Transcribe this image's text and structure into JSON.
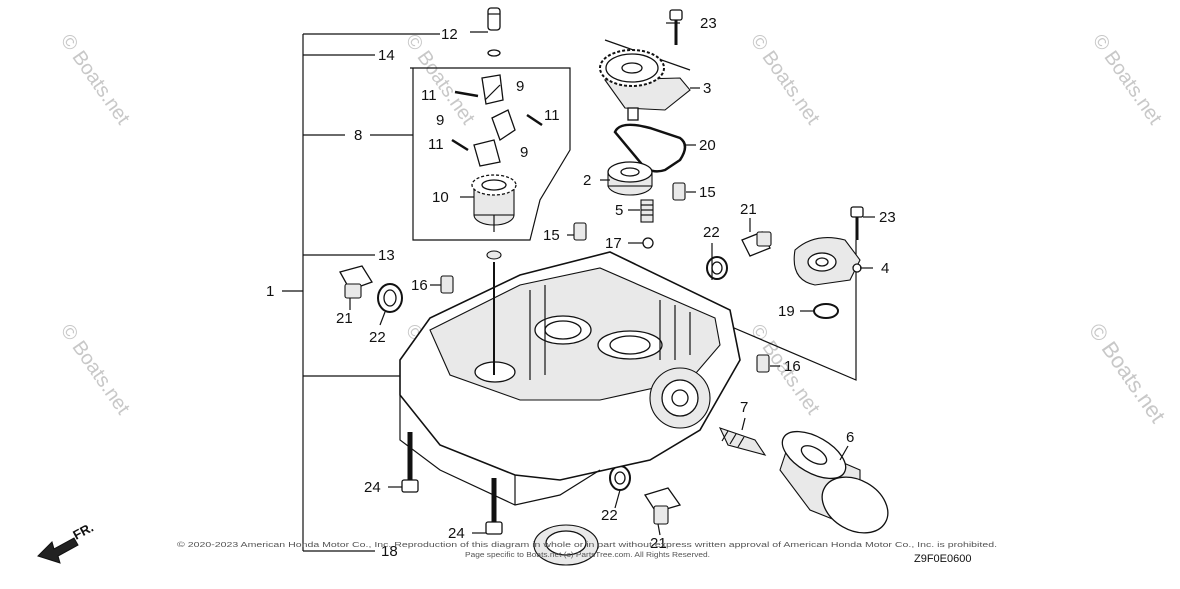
{
  "diagram": {
    "callouts": {
      "p1": "1",
      "p2": "2",
      "p3": "3",
      "p4": "4",
      "p5": "5",
      "p6": "6",
      "p7": "7",
      "p8": "8",
      "p9a": "9",
      "p9b": "9",
      "p9c": "9",
      "p10": "10",
      "p11a": "11",
      "p11b": "11",
      "p11c": "11",
      "p12": "12",
      "p13": "13",
      "p14": "14",
      "p15a": "15",
      "p15b": "15",
      "p16a": "16",
      "p16b": "16",
      "p17": "17",
      "p18": "18",
      "p19": "19",
      "p20": "20",
      "p21a": "21",
      "p21b": "21",
      "p21c": "21",
      "p22a": "22",
      "p22b": "22",
      "p22c": "22",
      "p23a": "23",
      "p23b": "23",
      "p24a": "24",
      "p24b": "24"
    },
    "direction_label": "FR.",
    "drawing_code": "Z9F0E0600",
    "watermark_text": "© Boats.net",
    "copyright_line1": "© 2020-2023 American Honda Motor Co., Inc. Reproduction of this diagram in whole or in part without express written approval of American Honda Motor Co., Inc. is prohibited.",
    "copyright_line2": "Page specific to Boats.net (c) PartsTree.com. All Rights Reserved."
  }
}
